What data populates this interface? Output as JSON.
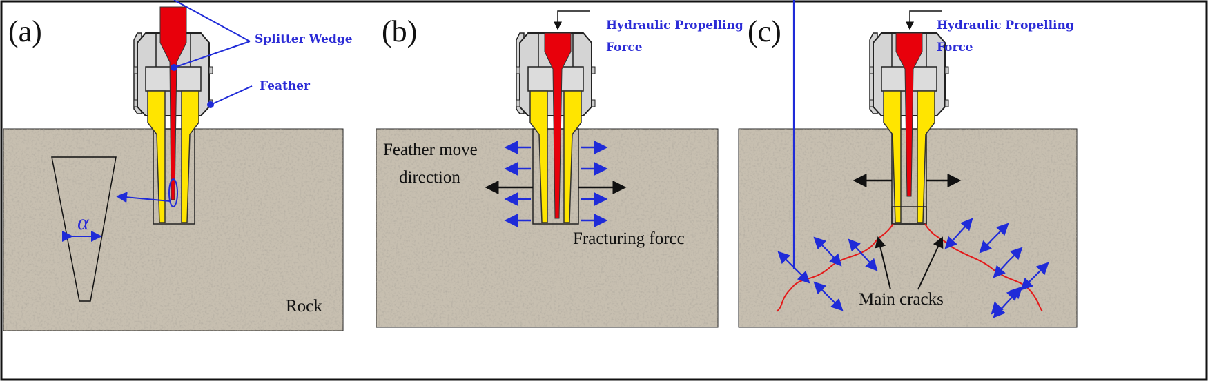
{
  "panels": [
    {
      "label": "(a)",
      "annotations": {
        "wedge": "Splitter Wedge",
        "feather": "Feather",
        "angle": "α",
        "rock": "Rock"
      }
    },
    {
      "label": "(b)",
      "annotations": {
        "force_line1": "Hydraulic Propelling",
        "force_line2": "Force",
        "move_line1": "Feather  move",
        "move_line2": "direction",
        "fracturing": "Fracturing forcc"
      }
    },
    {
      "label": "(c)",
      "annotations": {
        "force_line1": "Hydraulic Propelling",
        "force_line2": "Force",
        "cracks": "Main cracks"
      }
    }
  ],
  "colors": {
    "wedge": "#e8000b",
    "feather": "#ffe500",
    "housing": "#d4d4d4",
    "annotation": "#2b2bd6",
    "rock": "#c7bfb0",
    "crack": "#e31a1a"
  }
}
